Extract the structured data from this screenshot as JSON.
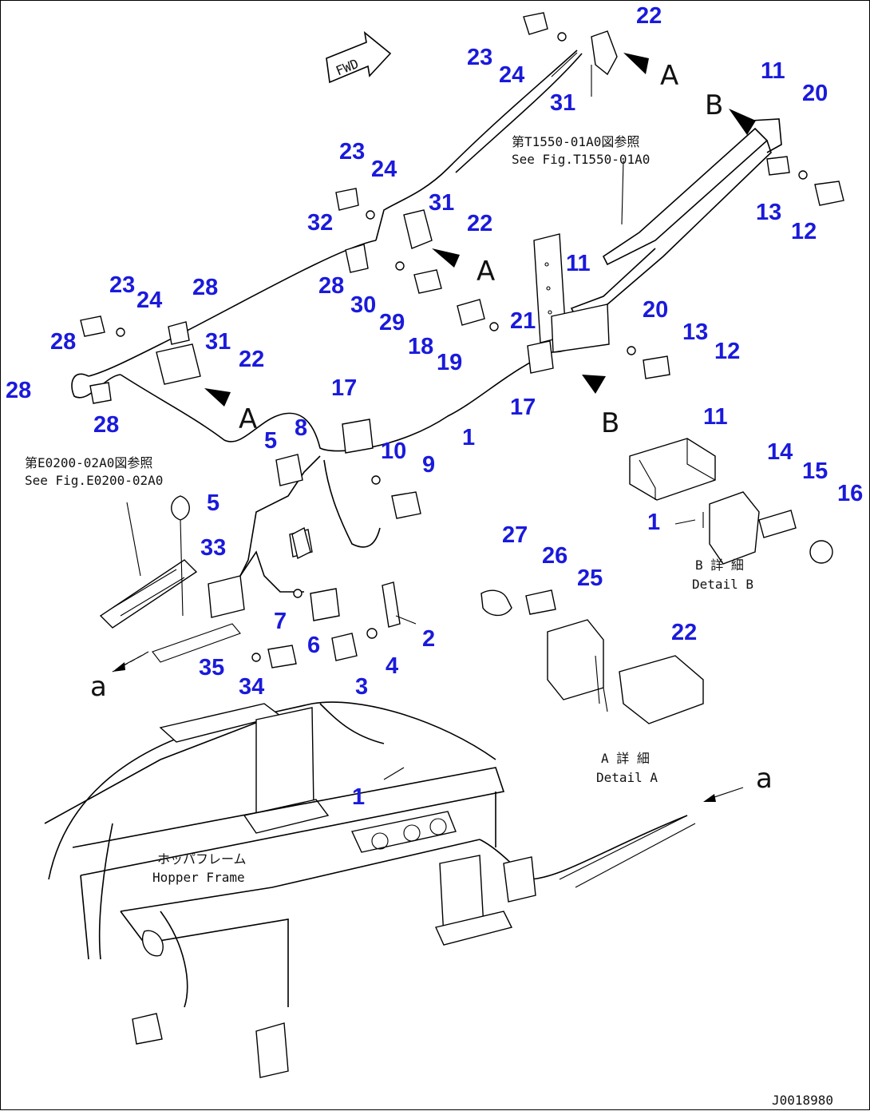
{
  "fwd_label": "FWD",
  "notes": {
    "see_t1550_jp": "第T1550-01A0図参照",
    "see_t1550_en": "See Fig.T1550-01A0",
    "see_e0200_jp": "第E0200-02A0図参照",
    "see_e0200_en": "See Fig.E0200-02A0",
    "detail_a_jp": "A 詳 細",
    "detail_a_en": "Detail A",
    "detail_b_jp": "B 詳 細",
    "detail_b_en": "Detail B",
    "hopper_jp": "ホッパフレーム",
    "hopper_en": "Hopper Frame",
    "drawing_id": "J0018980"
  },
  "view_letters": {
    "A1": "A",
    "A2": "A",
    "A3": "A",
    "B1": "B",
    "B2": "B",
    "a1": "a",
    "a2": "a"
  },
  "callouts": {
    "c22a": "22",
    "c23a": "23",
    "c24a": "24",
    "c31a": "31",
    "c11a": "11",
    "c20a": "20",
    "c13a": "13",
    "c12a": "12",
    "c23b": "23",
    "c24b": "24",
    "c31b": "31",
    "c32": "32",
    "c22b": "22",
    "c28a": "28",
    "c30": "30",
    "c29": "29",
    "c23c": "23",
    "c24c": "24",
    "c28b": "28",
    "c28c": "28",
    "c31c": "31",
    "c22c": "22",
    "c28d": "28",
    "c28e": "28",
    "c11b": "11",
    "c20b": "20",
    "c21": "21",
    "c18": "18",
    "c19": "19",
    "c13b": "13",
    "c12b": "12",
    "c17a": "17",
    "c17b": "17",
    "c1a": "1",
    "c8": "8",
    "c5a": "5",
    "c10": "10",
    "c9": "9",
    "c5b": "5",
    "c33": "33",
    "c11c": "11",
    "c14": "14",
    "c15": "15",
    "c16": "16",
    "c1b": "1",
    "c27": "27",
    "c26": "26",
    "c25": "25",
    "c7": "7",
    "c6": "6",
    "c2": "2",
    "c4": "4",
    "c3": "3",
    "c35": "35",
    "c34": "34",
    "c22d": "22",
    "c1c": "1"
  }
}
